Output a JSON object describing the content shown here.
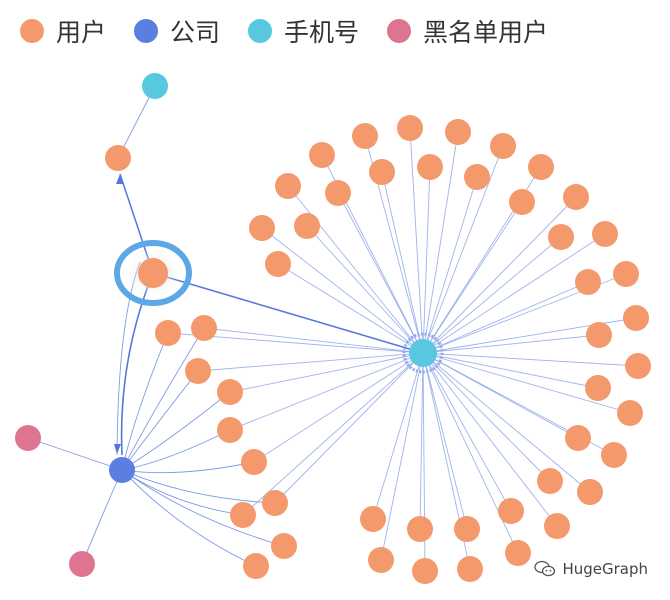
{
  "legend": [
    {
      "label": "用户",
      "color": "#f4996b"
    },
    {
      "label": "公司",
      "color": "#5b7ee1"
    },
    {
      "label": "手机号",
      "color": "#57c8e0"
    },
    {
      "label": "黑名单用户",
      "color": "#dd7590"
    }
  ],
  "watermark": {
    "text": "HugeGraph"
  },
  "colors": {
    "user": "#f4996b",
    "company": "#5b7ee1",
    "phone": "#57c8e0",
    "blacklist": "#dd7590",
    "edge": "#7f9be6",
    "highlight": "#5ea7e6"
  }
}
